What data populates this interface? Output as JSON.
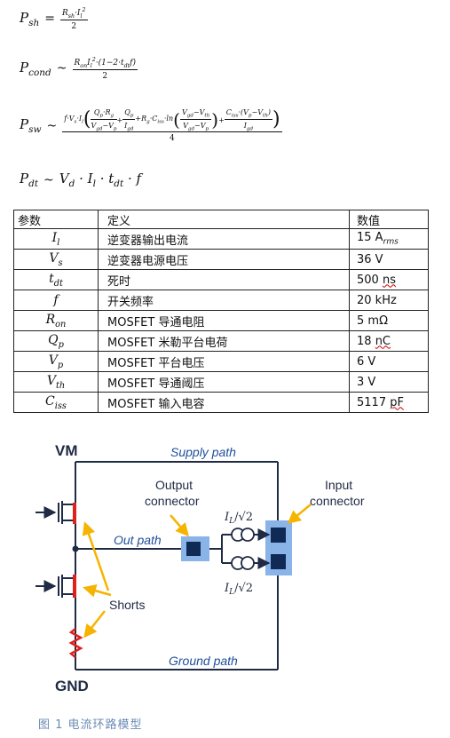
{
  "equations": {
    "psh": {
      "lhs_main": "P",
      "lhs_sub": "sh",
      "rel": "=",
      "num": "R_sh·I_l²",
      "den": "2"
    },
    "pcond": {
      "lhs_main": "P",
      "lhs_sub": "cond",
      "rel": "~",
      "num": "R_on I_l²·(1−2·t_dt f)",
      "den": "2"
    },
    "psw": {
      "lhs_main": "P",
      "lhs_sub": "sw",
      "rel": "~",
      "num": "f·V_s·I_l (Q_p·R_g/(V_gd−V_p) + Q_p/I_gd + R_g·C_iss·ln((V_gd−V_th)/(V_gd−V_p)) + C_iss·(V_p−V_th)/I_gd)",
      "den": "4"
    },
    "pdt": {
      "lhs_main": "P",
      "lhs_sub": "dt",
      "rel": "~",
      "rhs": "V_d · I_l · t_dt · f"
    }
  },
  "table": {
    "headers": [
      "参数",
      "定义",
      "数值"
    ],
    "rows": [
      {
        "sym": "I_l",
        "def": "逆变器输出电流",
        "val": "15 A",
        "val_sub": "rms"
      },
      {
        "sym": "V_s",
        "def": "逆变器电源电压",
        "val": "36 V"
      },
      {
        "sym": "t_dt",
        "def": "死时",
        "val": "500 ns"
      },
      {
        "sym": "f",
        "def": "开关频率",
        "val": "20 kHz"
      },
      {
        "sym": "R_on",
        "def": "MOSFET 导通电阻",
        "val": "5 mΩ"
      },
      {
        "sym": "Q_p",
        "def": "MOSFET 米勒平台电荷",
        "val": "18 nC"
      },
      {
        "sym": "V_p",
        "def": "MOSFET 平台电压",
        "val": "6 V"
      },
      {
        "sym": "V_th",
        "def": "MOSFET 导通阈压",
        "val": "3 V"
      },
      {
        "sym": "C_iss",
        "def": "MOSFET 输入电容",
        "val": "5117 pF"
      }
    ]
  },
  "diagram": {
    "vm": "VM",
    "gnd": "GND",
    "supply_path": "Supply path",
    "out_path": "Out path",
    "ground_path": "Ground path",
    "output_connector_1": "Output",
    "output_connector_2": "connector",
    "input_connector_1": "Input",
    "input_connector_2": "connector",
    "shorts": "Shorts",
    "current_label": "I_L/√2",
    "colors": {
      "wire": "#1f2a44",
      "blue_text": "#1f4e9a",
      "highlight": "#8ab4e8",
      "connector": "#0f2a55",
      "red": "#e0201b",
      "arrow": "#f5b400"
    }
  },
  "caption": "图 1  电流环路模型"
}
